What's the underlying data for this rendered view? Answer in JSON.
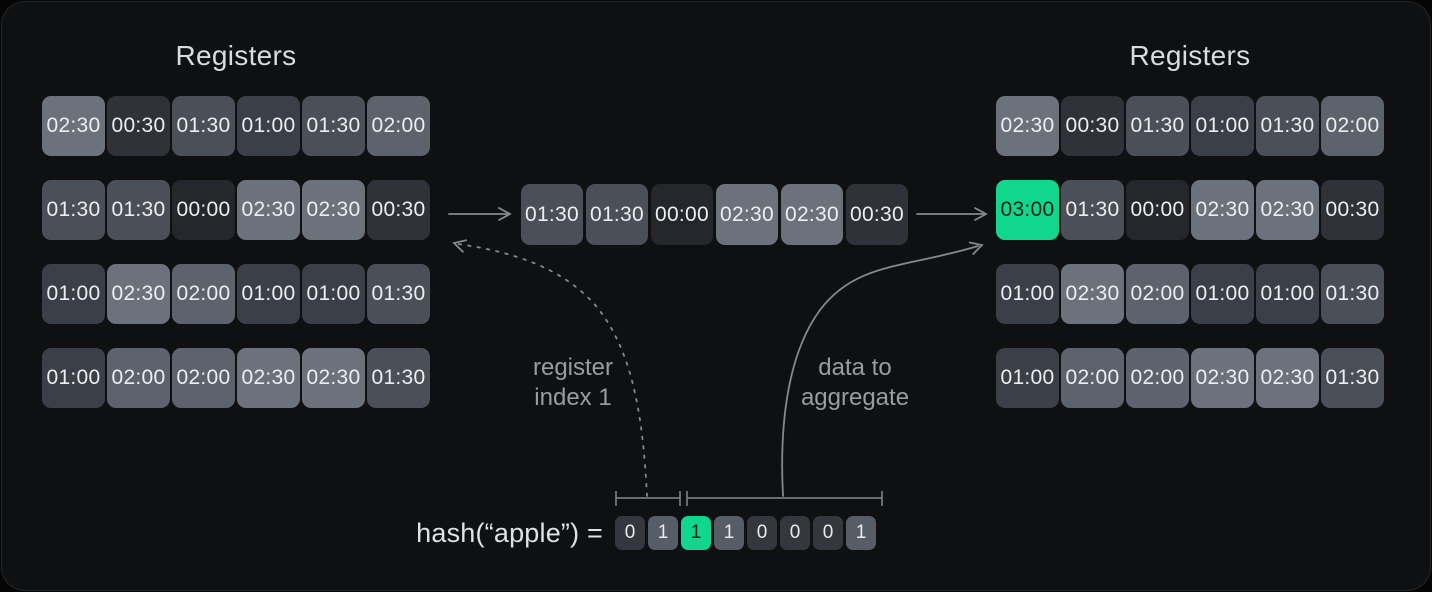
{
  "left_registers": {
    "title": "Registers",
    "rows": [
      [
        "02:30",
        "00:30",
        "01:30",
        "01:00",
        "01:30",
        "02:00"
      ],
      [
        "01:30",
        "01:30",
        "00:00",
        "02:30",
        "02:30",
        "00:30"
      ],
      [
        "01:00",
        "02:30",
        "02:00",
        "01:00",
        "01:00",
        "01:30"
      ],
      [
        "01:00",
        "02:00",
        "02:00",
        "02:30",
        "02:30",
        "01:30"
      ]
    ]
  },
  "extracted_row": {
    "values": [
      "01:30",
      "01:30",
      "00:00",
      "02:30",
      "02:30",
      "00:30"
    ]
  },
  "right_registers": {
    "title": "Registers",
    "rows": [
      [
        "02:30",
        "00:30",
        "01:30",
        "01:00",
        "01:30",
        "02:00"
      ],
      [
        "03:00",
        "01:30",
        "00:00",
        "02:30",
        "02:30",
        "00:30"
      ],
      [
        "01:00",
        "02:30",
        "02:00",
        "01:00",
        "01:00",
        "01:30"
      ],
      [
        "01:00",
        "02:00",
        "02:00",
        "02:30",
        "02:30",
        "01:30"
      ]
    ],
    "highlight": {
      "row": 1,
      "col": 0
    }
  },
  "annotations": {
    "register_index": {
      "lines": [
        "register",
        "index 1"
      ]
    },
    "data_to_aggregate": {
      "lines": [
        "data to",
        "aggregate"
      ]
    }
  },
  "hash": {
    "label": "hash(“apple”) =",
    "bits": [
      "0",
      "1",
      "1",
      "1",
      "0",
      "0",
      "0",
      "1"
    ],
    "highlight_bit_index": 2
  },
  "colors": {
    "canvas_bg": "#0f1012",
    "page_bg": "#050505",
    "card_border": "#232529",
    "title_text": "#d9dbdd",
    "cell_text": "#eceef0",
    "annotation_text": "#989da4",
    "line": "#85888e",
    "highlight": "#11d78e",
    "highlight_text": "#0c211a",
    "bit_zero_bg": "#34373d",
    "bit_one_bg": "#575d66",
    "bit_text": "#e9ebed",
    "value_colors": {
      "00:00": "#25272c",
      "00:30": "#2f3238",
      "01:00": "#3b3f47",
      "01:30": "#4a4f58",
      "02:00": "#5d636d",
      "02:30": "#6b727c",
      "03:00": "#11d78e"
    }
  }
}
